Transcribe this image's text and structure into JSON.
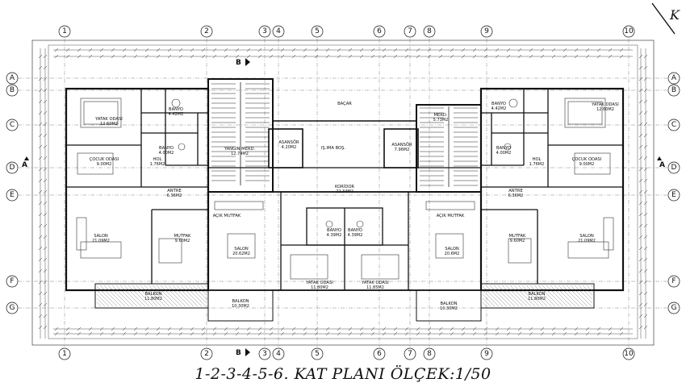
{
  "title": "1-2-3-4-5-6. KAT PLANI ÖLÇEK:1/50",
  "logo_letter": "K",
  "section_markers": [
    "B",
    "A"
  ],
  "grid_columns": [
    "1",
    "2",
    "3",
    "4",
    "5",
    "6",
    "7",
    "8",
    "9",
    "10"
  ],
  "grid_rows": [
    "A",
    "B",
    "C",
    "D",
    "E",
    "F",
    "G"
  ],
  "rooms": [
    {
      "name": "YATAK ODASI",
      "area": "12.60M2"
    },
    {
      "name": "BANYO",
      "area": "4.42M2"
    },
    {
      "name": "BANYO",
      "area": "4.00M2"
    },
    {
      "name": "ÇOCUK ODASI",
      "area": "9.00M2"
    },
    {
      "name": "HOL",
      "area": "1.76M2"
    },
    {
      "name": "ANTRE",
      "area": "6.36M2"
    },
    {
      "name": "SALON",
      "area": "21.09M2"
    },
    {
      "name": "MUTFAK",
      "area": "9.60M2"
    },
    {
      "name": "BALKON",
      "area": "11.80M2"
    },
    {
      "name": "YANGIN MERD.",
      "area": "12.74M2"
    },
    {
      "name": "ASANSÖR",
      "area": "4.20M2"
    },
    {
      "name": "IŞ.IMA BOŞ.",
      "area": ""
    },
    {
      "name": "BAÇAR",
      "area": ""
    },
    {
      "name": "ASANSÖR",
      "area": "7.96M2"
    },
    {
      "name": "MERD.",
      "area": "5.73M2"
    },
    {
      "name": "KORİDOR",
      "area": "22.34M2"
    },
    {
      "name": "AÇIK MUTFAK",
      "area": ""
    },
    {
      "name": "SALON",
      "area": "20.62M2"
    },
    {
      "name": "BANYO",
      "area": "4.39M2"
    },
    {
      "name": "BANYO",
      "area": "4.39M2"
    },
    {
      "name": "YATAK ODASI",
      "area": "11.80M2"
    },
    {
      "name": "YATAK ODASI",
      "area": "11.85M2"
    },
    {
      "name": "AÇIK MUTFAK",
      "area": ""
    },
    {
      "name": "SALON",
      "area": "20.6M2"
    },
    {
      "name": "BALKON",
      "area": "10.30M2"
    },
    {
      "name": "BALKON",
      "area": "10.30M2"
    },
    {
      "name": "BANYO",
      "area": "4.42M2"
    },
    {
      "name": "YATAK ODASI",
      "area": "12.60M2"
    },
    {
      "name": "BANYO",
      "area": "4.00M2"
    },
    {
      "name": "HOL",
      "area": "1.76M2"
    },
    {
      "name": "ÇOCUK ODASI",
      "area": "9.00M2"
    },
    {
      "name": "ANTRE",
      "area": "6.36M2"
    },
    {
      "name": "MUTFAK",
      "area": "9.60M2"
    },
    {
      "name": "SALON",
      "area": "21.09M2"
    },
    {
      "name": "BALKON",
      "area": "11.80M2"
    }
  ]
}
